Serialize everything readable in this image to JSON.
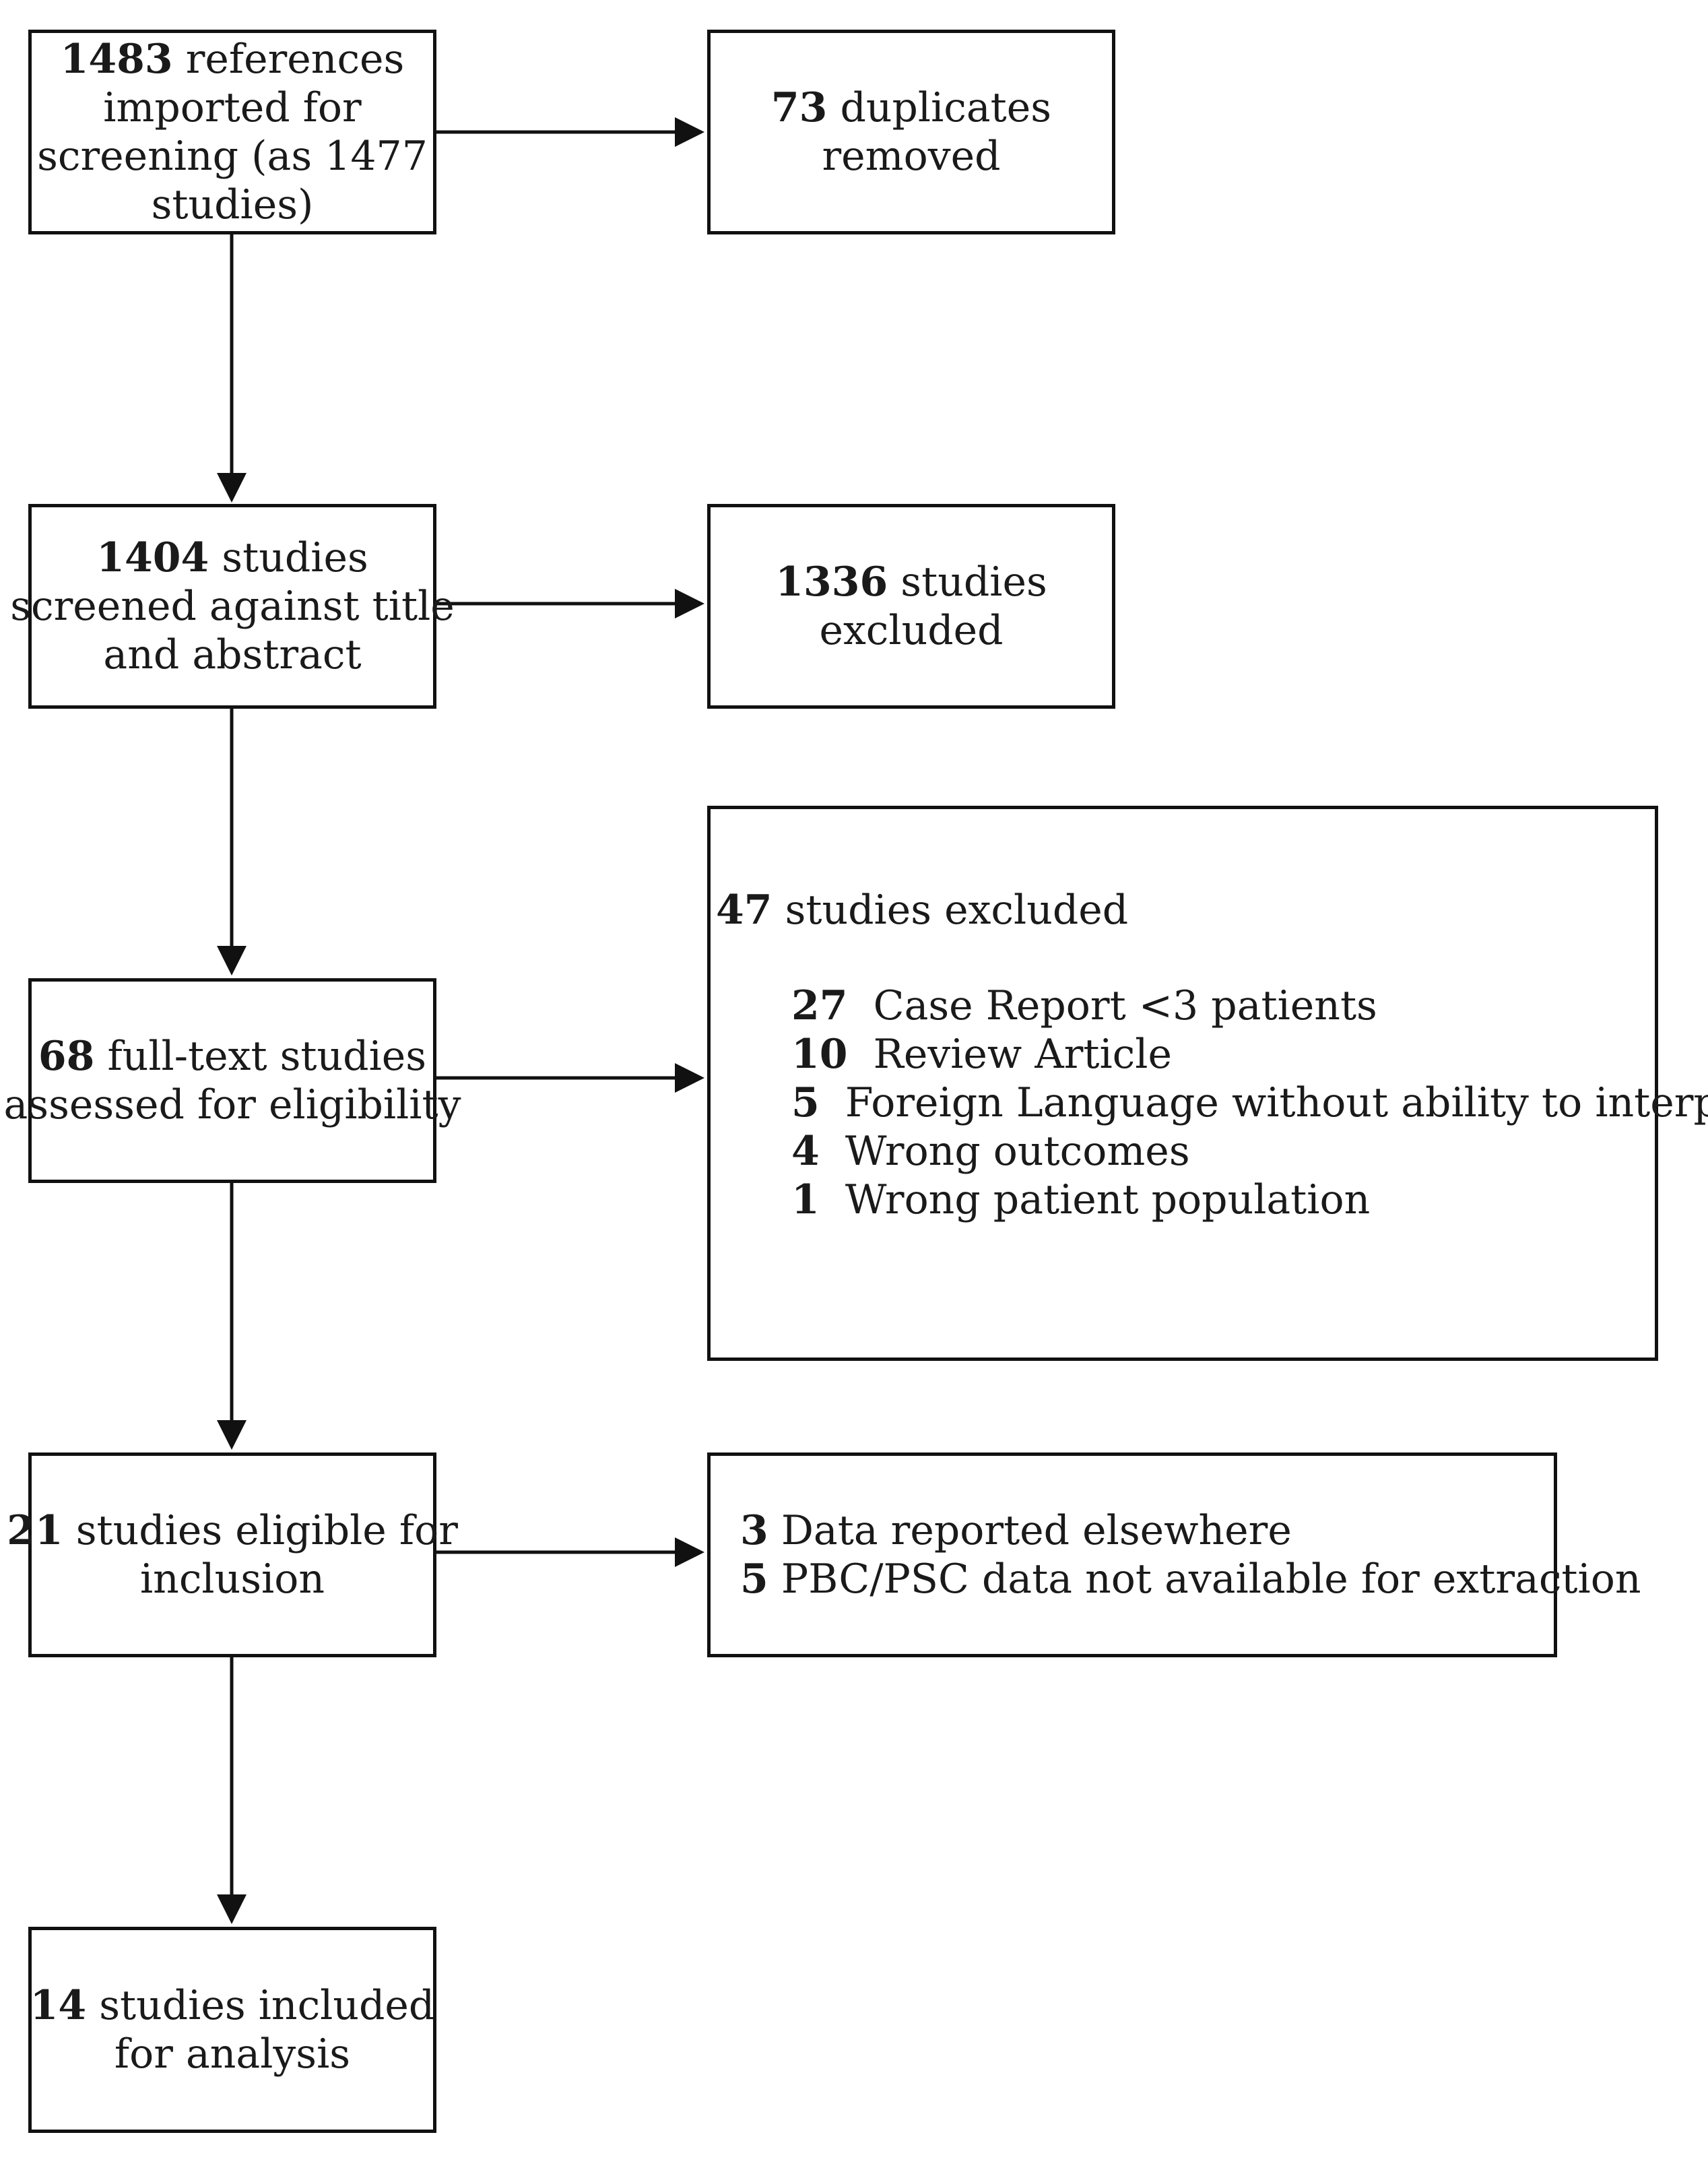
{
  "boxes": {
    "imported": {
      "count": "1483",
      "text_1": " references",
      "text_2": "imported for",
      "text_3": "screening (as 1477",
      "text_4": "studies)"
    },
    "duplicates": {
      "count": "73",
      "text_1": " duplicates",
      "text_2": "removed"
    },
    "screened": {
      "count": "1404",
      "text_1": " studies",
      "text_2": "screened against title",
      "text_3": "and abstract"
    },
    "excluded_screening": {
      "count": "1336",
      "text_1": " studies",
      "text_2": "excluded"
    },
    "fulltext": {
      "count": "68",
      "text_1": " full-text studies",
      "text_2": "assessed for eligibility"
    },
    "excluded_fulltext": {
      "count": "47",
      "text_1": " studies excluded",
      "reasons": [
        {
          "count": "27",
          "label": "Case Report <3 patients"
        },
        {
          "count": "10",
          "label": "Review Article"
        },
        {
          "count": "5",
          "label": "Foreign Language without ability to interpret"
        },
        {
          "count": "4",
          "label": "Wrong outcomes"
        },
        {
          "count": "1",
          "label": "Wrong patient population"
        }
      ]
    },
    "eligible": {
      "count": "21",
      "text_1": " studies eligible for",
      "text_2": "inclusion"
    },
    "not_extracted": {
      "reasons": [
        {
          "count": "3",
          "label": "Data reported elsewhere"
        },
        {
          "count": "5",
          "label": "PBC/PSC data not available for extraction"
        }
      ]
    },
    "included": {
      "count": "14",
      "text_1": " studies included",
      "text_2": "for analysis"
    }
  }
}
